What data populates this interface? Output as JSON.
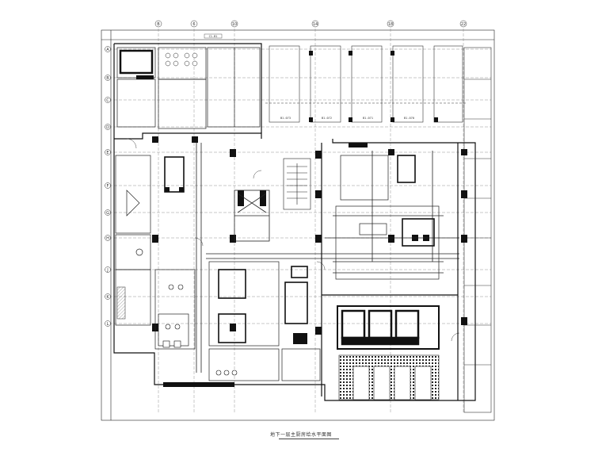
{
  "drawing": {
    "title": "地下一层主厨房给水平面图",
    "top_grid_labels": [
      "B",
      "6",
      "10",
      "14",
      "18",
      "22"
    ],
    "left_grid_labels": [
      "A",
      "B",
      "C",
      "D",
      "E",
      "F",
      "G",
      "H",
      "J",
      "K",
      "L"
    ],
    "top_bar_label": "C1-B1",
    "parking_labels": [
      "B1-073",
      "B1-072",
      "B1-071",
      "B1-070"
    ]
  },
  "colors": {
    "line": "#1a1a1a",
    "fill": "#111111",
    "hatch": "#555555"
  }
}
